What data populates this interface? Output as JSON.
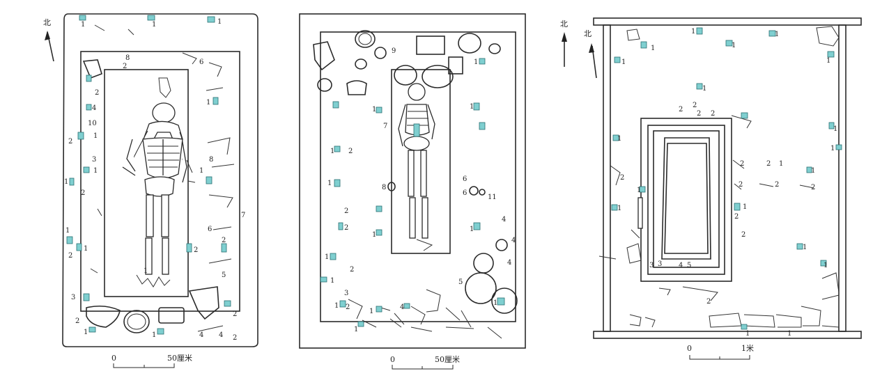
{
  "north_label": "北",
  "scale": {
    "left": {
      "zero": "0",
      "end": "50厘米"
    },
    "middle": {
      "zero": "0",
      "end": "50厘米"
    },
    "right": {
      "zero": "0",
      "end": "1米"
    }
  },
  "labels": {
    "one": "1",
    "two": "2",
    "three": "3",
    "four": "4",
    "five": "5",
    "six": "6",
    "seven": "7",
    "eight": "8",
    "nine": "9",
    "ten": "10",
    "eleven": "11"
  },
  "colors": {
    "jade": "#7fcfd0",
    "ink": "#2a2a2a"
  }
}
